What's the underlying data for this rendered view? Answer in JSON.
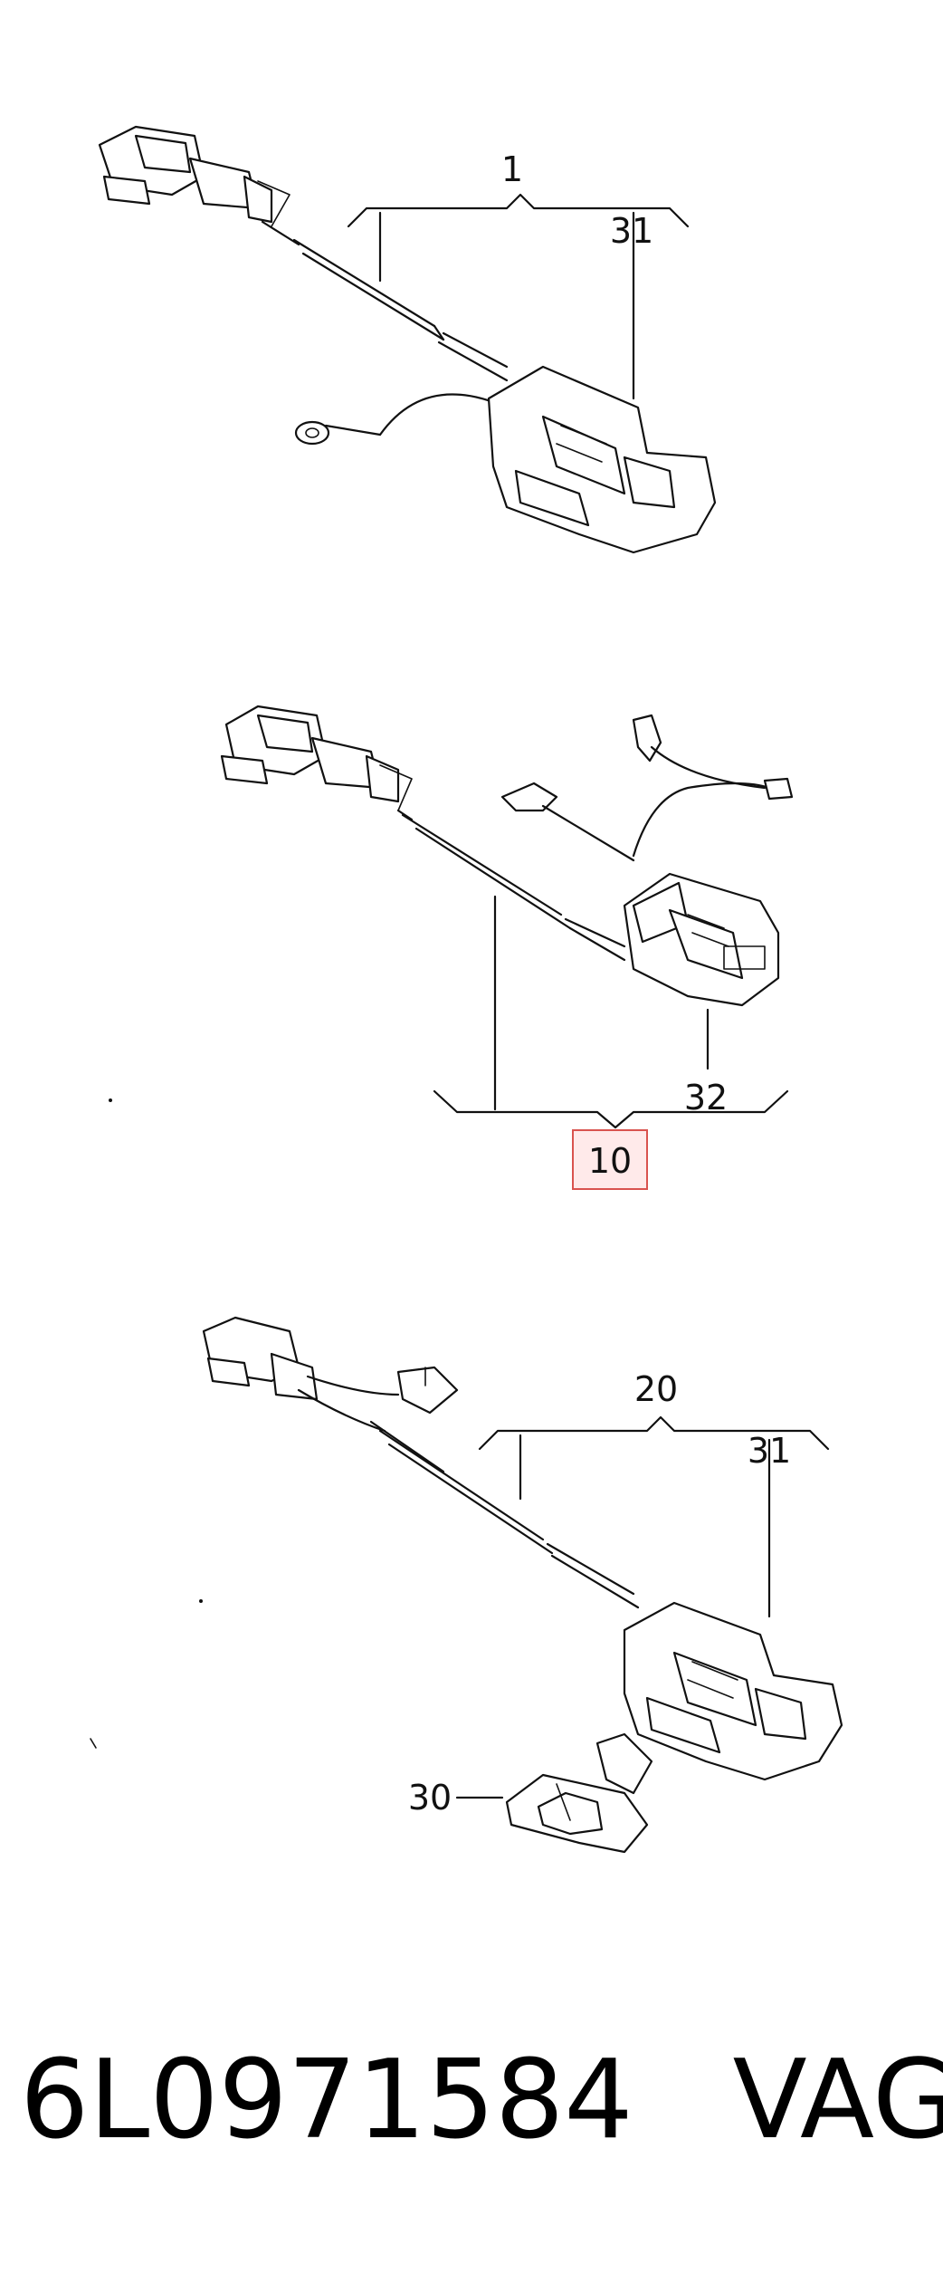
{
  "callouts": {
    "assembly1": "1",
    "connector31_top": "31",
    "assembly10": "10",
    "connector32": "32",
    "assembly20": "20",
    "connector31_bottom": "31",
    "part30": "30"
  },
  "highlight_color": "#d9534f",
  "footer": {
    "part_number": "6L0971584",
    "brand": "VAG"
  }
}
